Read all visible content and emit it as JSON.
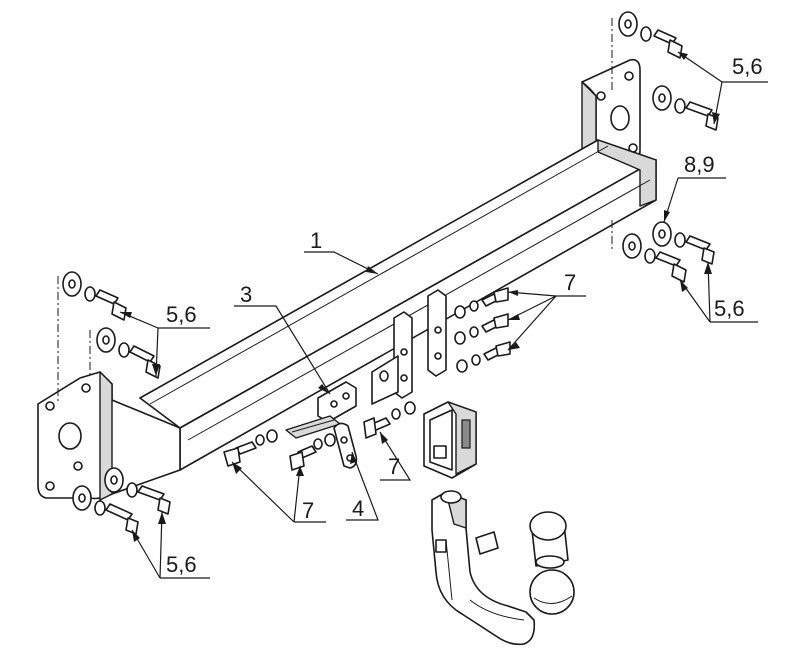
{
  "callouts": {
    "part_1": "1",
    "part_3": "3",
    "part_4": "4",
    "part_7_right": "7",
    "part_7_mid": "7",
    "part_7_bottom": "7",
    "part_56_top_right": "5,6",
    "part_56_right": "5,6",
    "part_56_left": "5,6",
    "part_56_bottom_left": "5,6",
    "part_89": "8,9"
  }
}
